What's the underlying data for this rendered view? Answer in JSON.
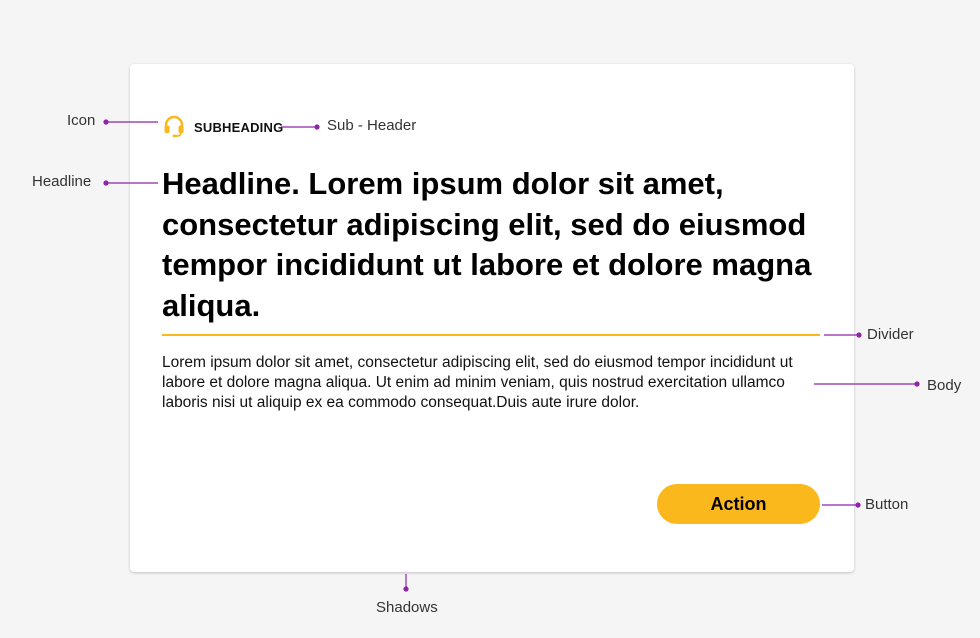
{
  "card": {
    "subheading": "SUBHEADING",
    "headline": "Headline. Lorem ipsum dolor sit amet, consectetur adipiscing elit, sed do eiusmod tempor incididunt ut labore et dolore magna aliqua.",
    "body": "Lorem ipsum dolor sit amet, consectetur adipiscing elit, sed do eiusmod tempor incididunt ut labore et dolore magna aliqua. Ut enim ad minim veniam, quis nostrud exercitation ullamco laboris nisi ut aliquip ex ea commodo consequat.Duis aute irure dolor.",
    "action_label": "Action",
    "icon": "headset-icon"
  },
  "annotations": {
    "icon": "Icon",
    "headline": "Headline",
    "subheader": "Sub - Header",
    "divider": "Divider",
    "body": "Body",
    "button": "Button",
    "shadows": "Shadows"
  },
  "colors": {
    "accent": "#FBB81D",
    "leader": "#8E24AA",
    "background": "#F5F5F5",
    "card": "#FFFFFF"
  }
}
